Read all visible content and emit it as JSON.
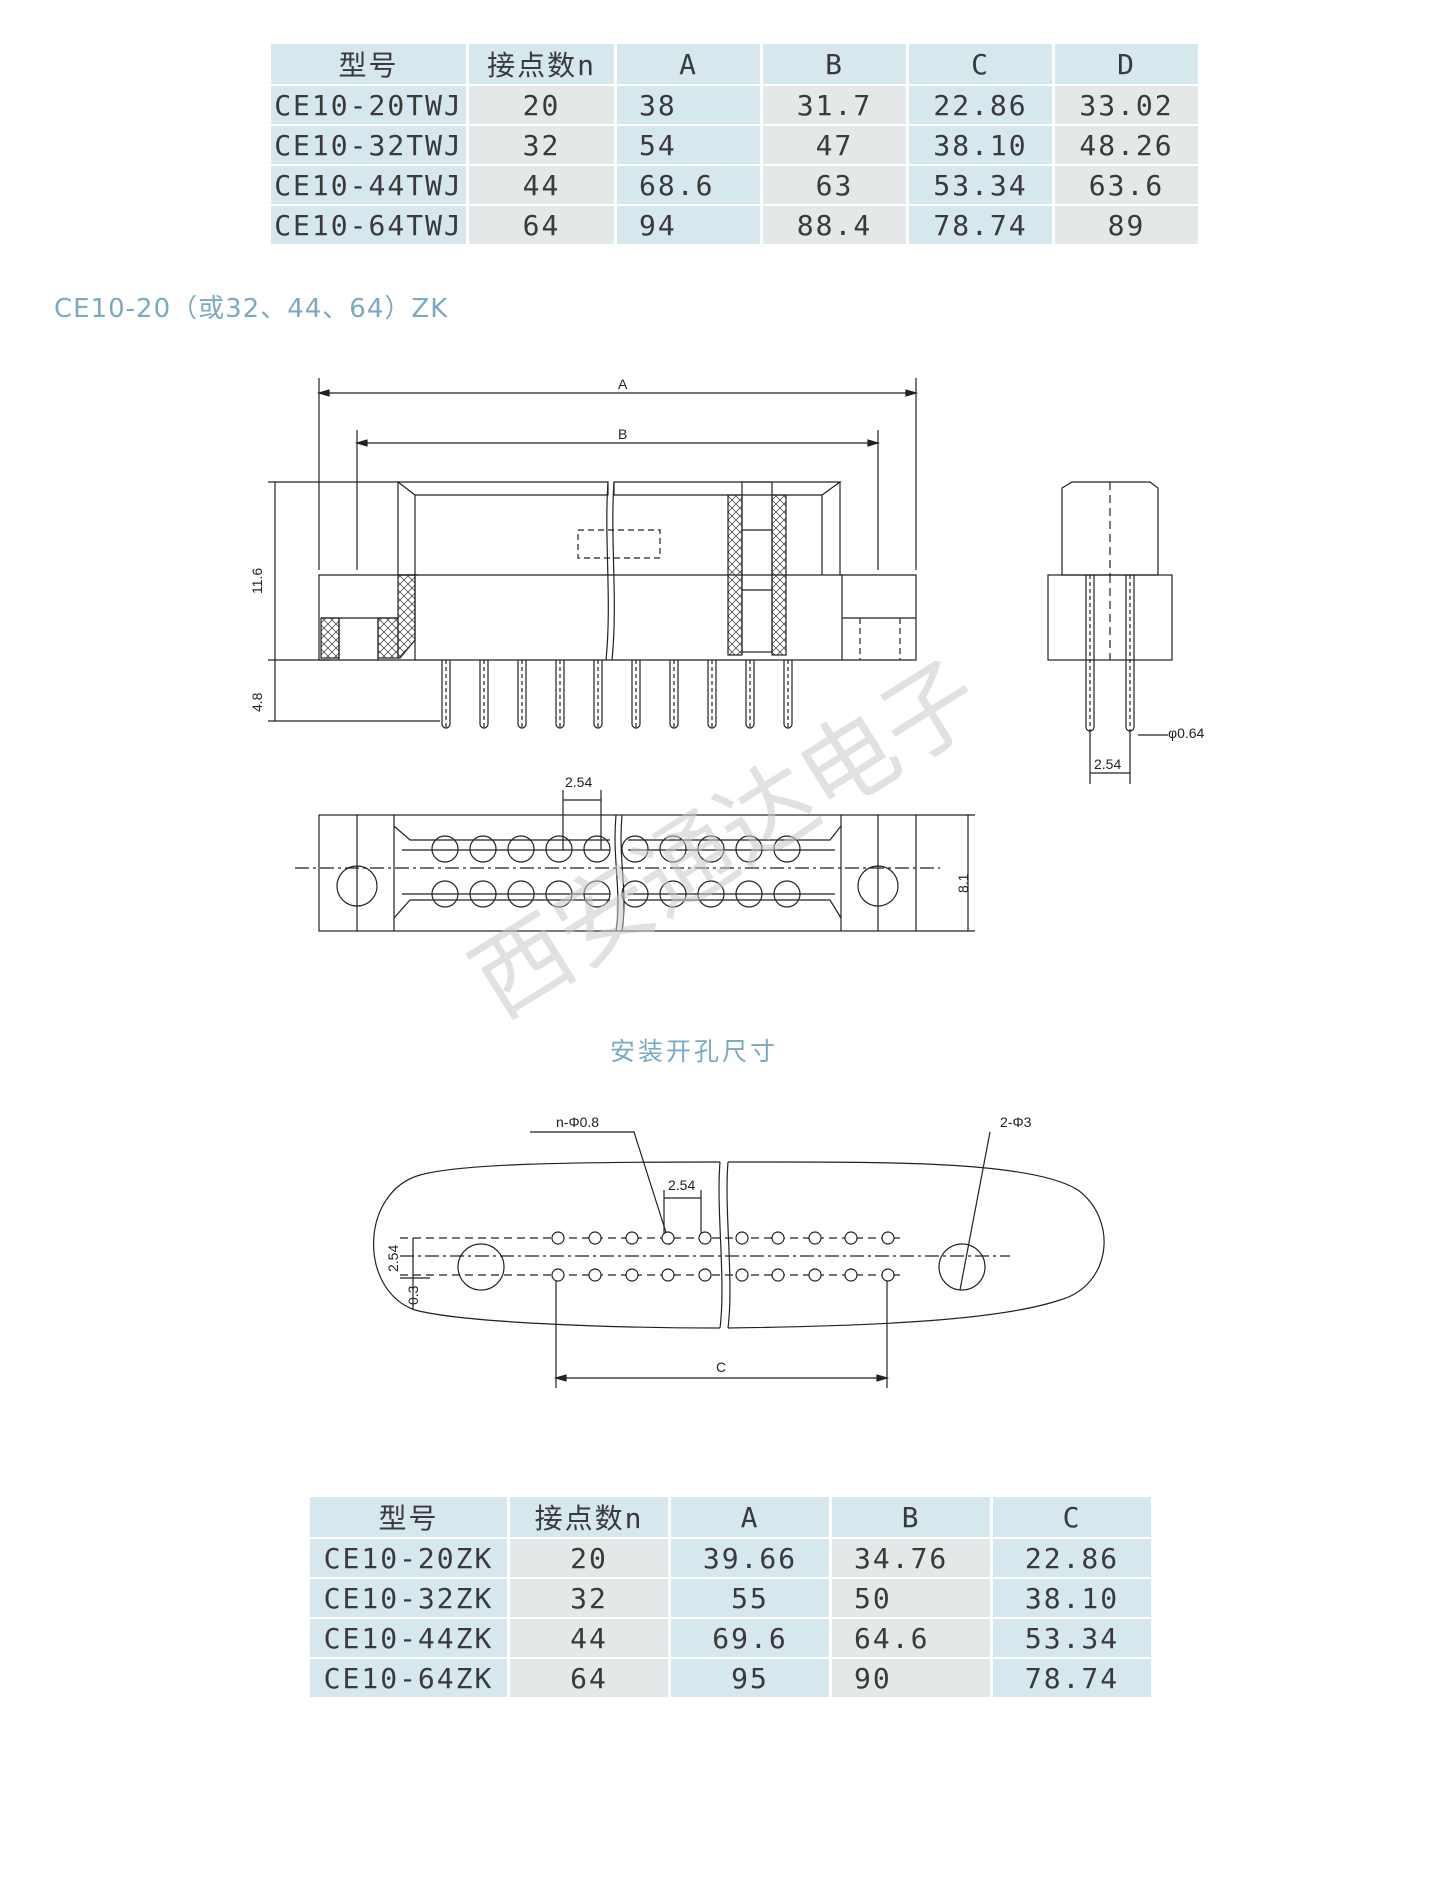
{
  "table1": {
    "headers": [
      "型号",
      "接点数n",
      "A",
      "B",
      "C",
      "D"
    ],
    "rows": [
      [
        "CE10-20TWJ",
        "20",
        "38",
        "31.7",
        "22.86",
        "33.02"
      ],
      [
        "CE10-32TWJ",
        "32",
        "54",
        "47",
        "38.10",
        "48.26"
      ],
      [
        "CE10-44TWJ",
        "44",
        "68.6",
        "63",
        "53.34",
        "63.6"
      ],
      [
        "CE10-64TWJ",
        "64",
        "94",
        "88.4",
        "78.74",
        "89"
      ]
    ]
  },
  "section_heading": "CE10-20（或32、44、64）ZK",
  "drawing": {
    "dim_A": "A",
    "dim_B": "B",
    "dim_height": "11.6",
    "dim_pin": "4.8",
    "dim_pitch": "2.54",
    "dim_row": "8.1",
    "dim_side_pitch": "2.54",
    "dim_pin_dia": "φ0.64",
    "watermark": "西安通达电子"
  },
  "mount_caption": "安装开孔尺寸",
  "mount_drawing": {
    "hole_label": "n-Φ0.8",
    "mount_hole_label": "2-Φ3",
    "pitch": "2.54",
    "row_spacing": "2.54",
    "offset": "0.3",
    "dim_C": "C"
  },
  "table2": {
    "headers": [
      "型号",
      "接点数n",
      "A",
      "B",
      "C"
    ],
    "rows": [
      [
        "CE10-20ZK",
        "20",
        "39.66",
        "34.76",
        "22.86"
      ],
      [
        "CE10-32ZK",
        "32",
        "55",
        "50",
        "38.10"
      ],
      [
        "CE10-44ZK",
        "44",
        "69.6",
        "64.6",
        "53.34"
      ],
      [
        "CE10-64ZK",
        "64",
        "95",
        "90",
        "78.74"
      ]
    ]
  },
  "colors": {
    "header_bg": "#d6e7ee",
    "cell_bg": "#e4e8e9",
    "accent_text": "#7aa9c2"
  }
}
